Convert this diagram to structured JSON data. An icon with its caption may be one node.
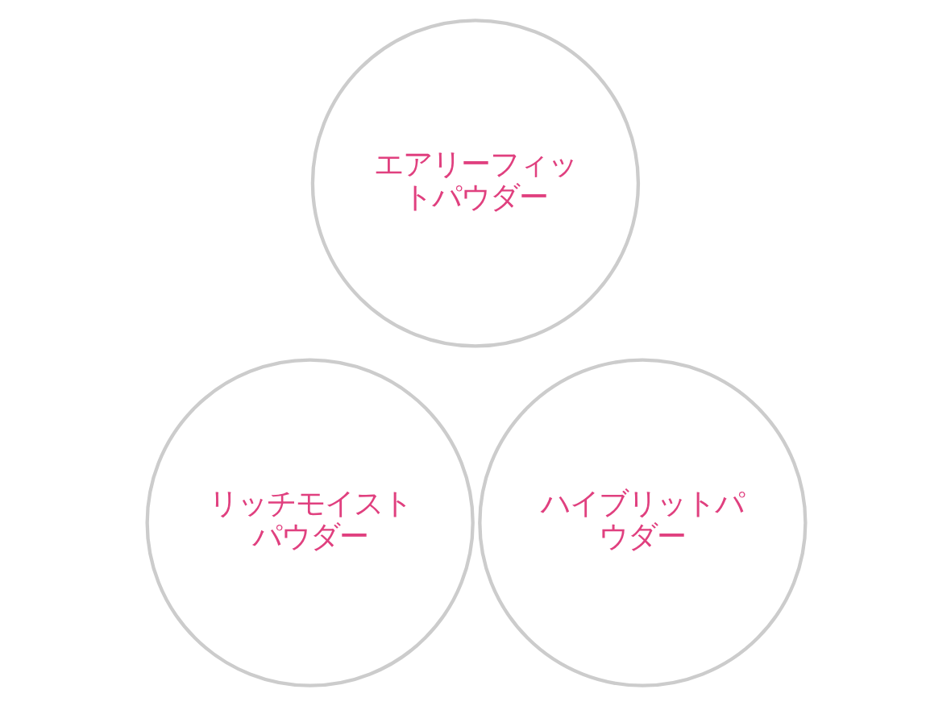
{
  "diagram": {
    "nodes": [
      {
        "text": [
          "エアリーフィットパウダー"
        ]
      },
      {
        "text": [
          "リッチモイストパウダー"
        ]
      },
      {
        "text": [
          "ハイブリットパウダー"
        ]
      }
    ]
  }
}
